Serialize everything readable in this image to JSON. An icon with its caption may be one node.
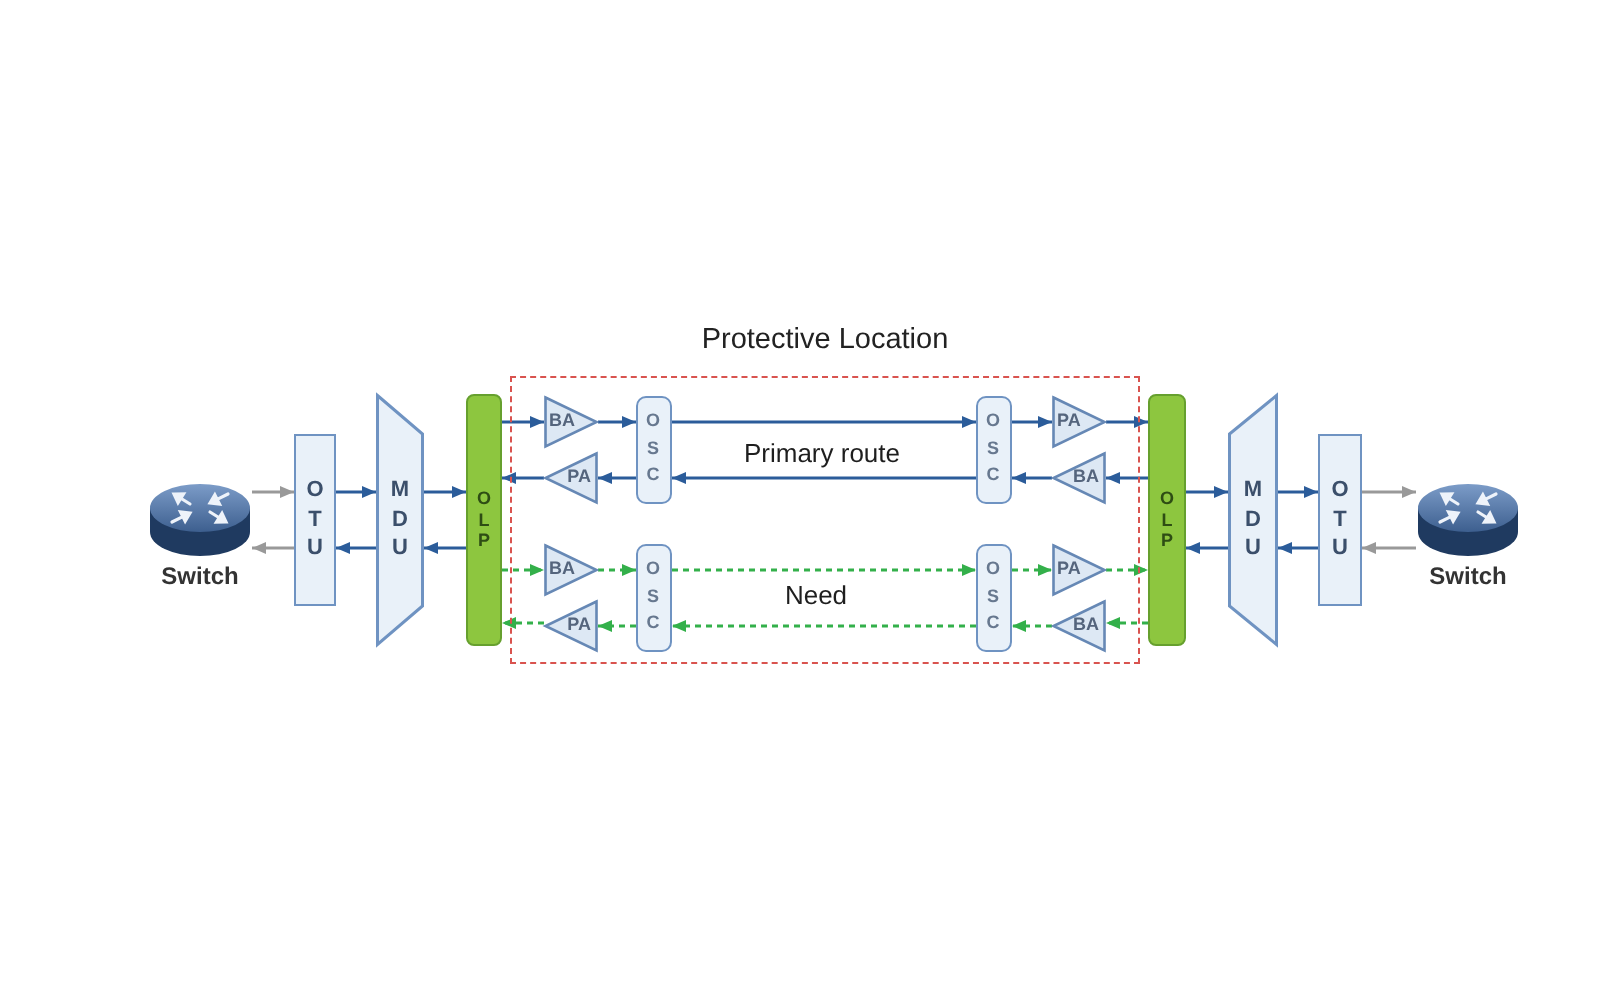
{
  "diagram": {
    "nodes": [
      {
        "text": [],
        "shape": "picture",
        "beside": [
          "Switch"
        ]
      },
      {
        "text": [
          "OTU"
        ]
      },
      {
        "text": [
          "MDU"
        ]
      },
      {
        "text": [
          "OLP"
        ]
      },
      {
        "text": [
          "Protective Location"
        ]
      },
      {
        "text": [
          "BA"
        ],
        "in": 4
      },
      {
        "text": [
          "PA"
        ],
        "in": 4
      },
      {
        "text": [
          "OSC"
        ],
        "in": 4
      },
      {
        "text": [
          "OSC"
        ],
        "in": 4
      },
      {
        "text": [
          "PA"
        ],
        "in": 4
      },
      {
        "text": [
          "BA"
        ],
        "in": 4
      },
      {
        "text": [
          "BA"
        ],
        "in": 4
      },
      {
        "text": [
          "PA"
        ],
        "in": 4
      },
      {
        "text": [
          "OSC"
        ],
        "in": 4
      },
      {
        "text": [
          "OSC"
        ],
        "in": 4
      },
      {
        "text": [
          "PA"
        ],
        "in": 4
      },
      {
        "text": [
          "BA"
        ],
        "in": 4
      },
      {
        "text": [
          "OLP"
        ]
      },
      {
        "text": [
          "MDU"
        ]
      },
      {
        "text": [
          "OTU"
        ]
      },
      {
        "text": [],
        "shape": "picture",
        "beside": [
          "Switch"
        ]
      }
    ],
    "edges": [
      {
        "from": 0,
        "to": 1,
        "arrow": "to",
        "color": "#999999"
      },
      {
        "from": 1,
        "to": 0,
        "arrow": "to",
        "color": "#999999"
      },
      {
        "from": 1,
        "to": 2,
        "arrow": "to"
      },
      {
        "from": 2,
        "to": 1,
        "arrow": "to"
      },
      {
        "from": 2,
        "to": 3,
        "arrow": "to"
      },
      {
        "from": 3,
        "to": 2,
        "arrow": "to"
      },
      {
        "from": 3,
        "to": 5,
        "arrow": "to"
      },
      {
        "from": 5,
        "to": 7,
        "arrow": "to"
      },
      {
        "from": 7,
        "to": 8,
        "arrow": "to"
      },
      {
        "from": 8,
        "to": 9,
        "arrow": "to"
      },
      {
        "from": 9,
        "to": 17,
        "arrow": "to"
      },
      {
        "from": 17,
        "to": 10,
        "arrow": "to"
      },
      {
        "from": 10,
        "to": 8,
        "arrow": "to"
      },
      {
        "from": 8,
        "to": 7,
        "arrow": "to"
      },
      {
        "from": 7,
        "to": 6,
        "arrow": "to"
      },
      {
        "from": 6,
        "to": 3,
        "arrow": "to"
      },
      {
        "from": 3,
        "to": 11,
        "arrow": "to",
        "style": "dashed",
        "color": "#33b04a"
      },
      {
        "from": 11,
        "to": 13,
        "arrow": "to",
        "style": "dashed",
        "color": "#33b04a"
      },
      {
        "from": 13,
        "to": 14,
        "arrow": "to",
        "style": "dashed",
        "color": "#33b04a"
      },
      {
        "from": 14,
        "to": 15,
        "arrow": "to",
        "style": "dashed",
        "color": "#33b04a"
      },
      {
        "from": 15,
        "to": 17,
        "arrow": "to",
        "style": "dashed",
        "color": "#33b04a"
      },
      {
        "from": 17,
        "to": 16,
        "arrow": "to",
        "style": "dashed",
        "color": "#33b04a"
      },
      {
        "from": 16,
        "to": 14,
        "arrow": "to",
        "style": "dashed",
        "color": "#33b04a"
      },
      {
        "from": 14,
        "to": 13,
        "arrow": "to",
        "style": "dashed",
        "color": "#33b04a"
      },
      {
        "from": 13,
        "to": 12,
        "arrow": "to",
        "style": "dashed",
        "color": "#33b04a"
      },
      {
        "from": 12,
        "to": 3,
        "arrow": "to",
        "style": "dashed",
        "color": "#33b04a"
      },
      {
        "from": 17,
        "to": 18,
        "arrow": "to"
      },
      {
        "from": 18,
        "to": 17,
        "arrow": "to"
      },
      {
        "from": 18,
        "to": 19,
        "arrow": "to"
      },
      {
        "from": 19,
        "to": 18,
        "arrow": "to"
      },
      {
        "from": 19,
        "to": 20,
        "arrow": "to",
        "color": "#999999"
      },
      {
        "from": 20,
        "to": 19,
        "arrow": "to",
        "color": "#999999"
      }
    ],
    "labels": [
      "Primary route",
      "Need"
    ]
  }
}
